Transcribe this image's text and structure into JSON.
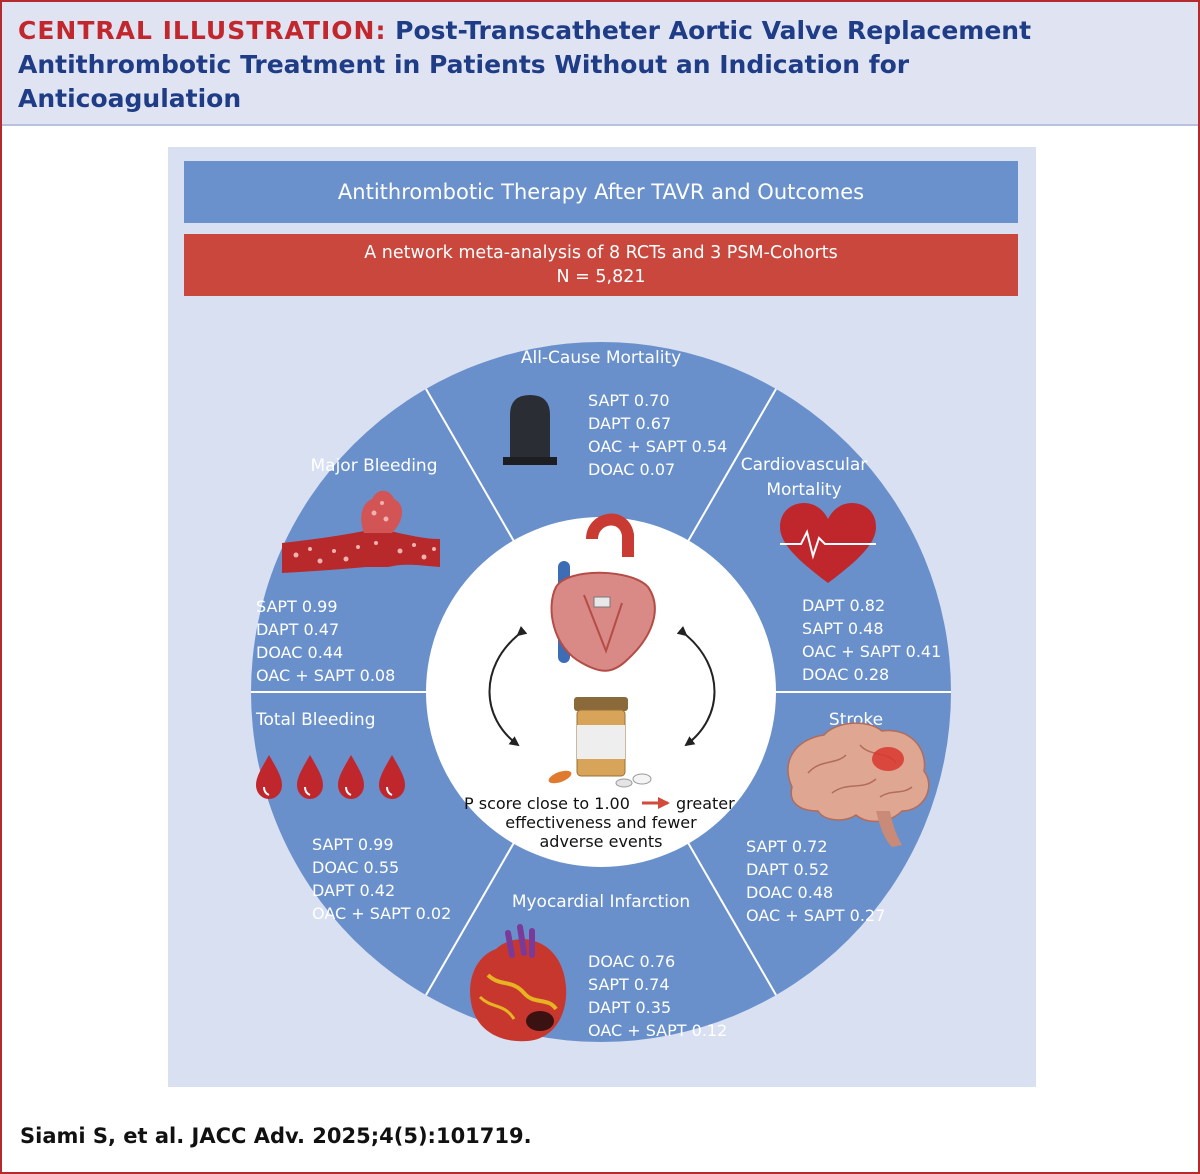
{
  "header": {
    "kicker": "CENTRAL ILLUSTRATION:",
    "title_line1": "Post-Transcatheter Aortic Valve Replacement",
    "title_line2": "Antithrombotic Treatment in Patients Without an Indication for",
    "title_line3": "Anticoagulation"
  },
  "bands": {
    "main": "Antithrombotic Therapy After TAVR and Outcomes",
    "sub_line1": "A network meta-analysis of 8 RCTs and 3 PSM-Cohorts",
    "sub_line2": "N = 5,821"
  },
  "sectors": {
    "all_cause_mortality": {
      "title": "All-Cause Mortality",
      "icon": "tombstone-icon",
      "rows": [
        "SAPT 0.70",
        "DAPT 0.67",
        "OAC + SAPT 0.54",
        "DOAC 0.07"
      ]
    },
    "cardiovascular_mortality": {
      "title_line1": "Cardiovascular",
      "title_line2": "Mortality",
      "icon": "heart-pulse-icon",
      "rows": [
        "DAPT 0.82",
        "SAPT 0.48",
        "OAC + SAPT 0.41",
        "DOAC 0.28"
      ]
    },
    "stroke": {
      "title": "Stroke",
      "icon": "brain-icon",
      "rows": [
        "SAPT 0.72",
        "DAPT 0.52",
        "DOAC 0.48",
        "OAC + SAPT 0.27"
      ]
    },
    "myocardial_infarction": {
      "title": "Myocardial Infarction",
      "icon": "infarcted-heart-icon",
      "rows": [
        "DOAC 0.76",
        "SAPT 0.74",
        "DAPT 0.35",
        "OAC + SAPT 0.12"
      ]
    },
    "total_bleeding": {
      "title": "Total Bleeding",
      "icon": "blood-drop-icon",
      "rows": [
        "SAPT 0.99",
        "DOAC 0.55",
        "DAPT 0.42",
        "OAC + SAPT 0.02"
      ]
    },
    "major_bleeding": {
      "title": "Major Bleeding",
      "icon": "ruptured-vessel-icon",
      "rows": [
        "SAPT 0.99",
        "DAPT 0.47",
        "DOAC 0.44",
        "OAC + SAPT 0.08"
      ]
    }
  },
  "center": {
    "note_line1_a": "P score close to 1.00",
    "note_line1_b": "greater",
    "note_line2": "effectiveness and fewer",
    "note_line3": "adverse events"
  },
  "citation": "Siami S, et al. JACC Adv. 2025;4(5):101719.",
  "colors": {
    "frame": "#b52a2e",
    "title_kicker": "#c1272d",
    "title": "#1f3c86",
    "header_bg": "#dfe3f2",
    "panel_bg": "#d9e0f2",
    "blue_band": "#6a91cb",
    "red_band": "#c9473d",
    "wheel": "#6990cb",
    "icon_red": "#c0272d"
  }
}
